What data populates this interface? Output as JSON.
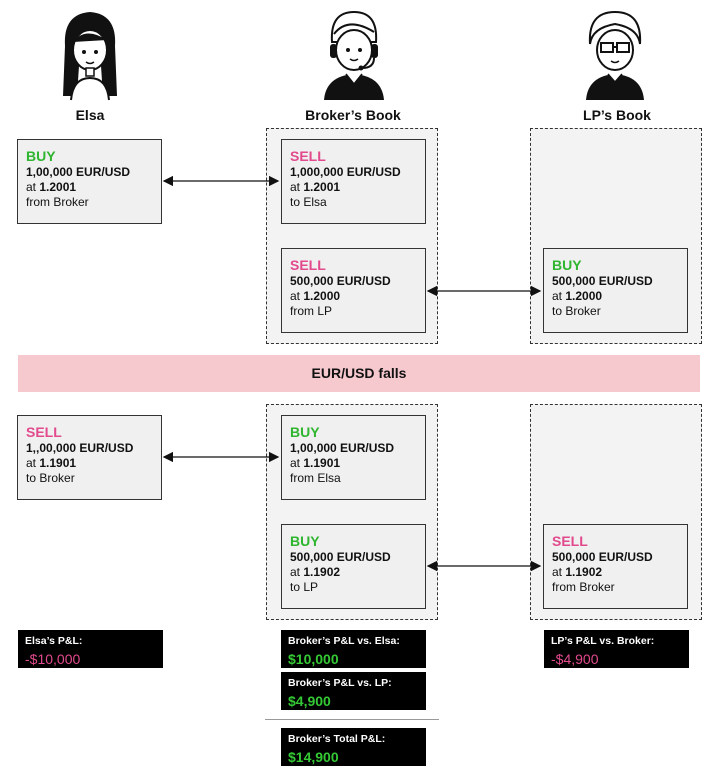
{
  "columns": {
    "elsa": "Elsa",
    "broker": "Broker’s Book",
    "lp": "LP’s Book"
  },
  "colors": {
    "buy": "#2fb52f",
    "sell": "#e24a8d",
    "banner": "#f6c9cf",
    "pl_background": "#000000"
  },
  "before": {
    "elsa_trade": {
      "action": "BUY",
      "amount": "1,00,000 EUR/USD",
      "at": "at ",
      "price": "1.2001",
      "party": "from Broker"
    },
    "broker_trade_elsa": {
      "action": "SELL",
      "amount": "1,000,000 EUR/USD",
      "at": "at ",
      "price": "1.2001",
      "party": "to Elsa"
    },
    "broker_trade_lp": {
      "action": "SELL",
      "amount": "500,000 EUR/USD",
      "at": "at ",
      "price": "1.2000",
      "party": "from LP"
    },
    "lp_trade": {
      "action": "BUY",
      "amount": "500,000 EUR/USD",
      "at": "at ",
      "price": "1.2000",
      "party": "to Broker"
    }
  },
  "event": "EUR/USD falls",
  "after": {
    "elsa_trade": {
      "action": "SELL",
      "amount": "1,,00,000 EUR/USD",
      "at": "at ",
      "price": "1.1901",
      "party": "to Broker"
    },
    "broker_trade_elsa": {
      "action": "BUY",
      "amount": "1,00,000 EUR/USD",
      "at": "at ",
      "price": "1.1901",
      "party": "from Elsa"
    },
    "broker_trade_lp": {
      "action": "BUY",
      "amount": "500,000 EUR/USD",
      "at": "at ",
      "price": "1.1902",
      "party": "to LP"
    },
    "lp_trade": {
      "action": "SELL",
      "amount": "500,000 EUR/USD",
      "at": "at ",
      "price": "1.1902",
      "party": "from Broker"
    }
  },
  "pnl": {
    "elsa": {
      "label": "Elsa’s P&L:",
      "value": "-$10,000"
    },
    "broker_vs_elsa": {
      "label": "Broker’s P&L vs. Elsa:",
      "value": "$10,000"
    },
    "broker_vs_lp": {
      "label": "Broker’s P&L vs. LP:",
      "value": "$4,900"
    },
    "broker_total": {
      "label": "Broker’s Total P&L:",
      "value": "$14,900"
    },
    "lp": {
      "label": "LP’s P&L vs. Broker:",
      "value": "-$4,900"
    }
  }
}
